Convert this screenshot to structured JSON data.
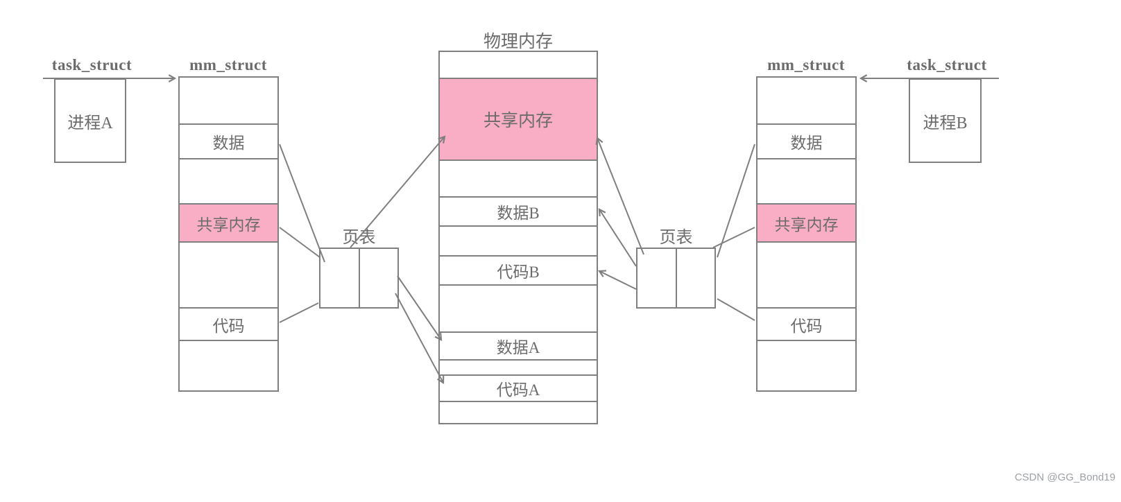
{
  "colors": {
    "line": "#7f7f7f",
    "text": "#6b6b6b",
    "pink": "#f9aec6",
    "watermark": "#9da1a6"
  },
  "labels": {
    "task_struct_left": "task_struct",
    "task_struct_right": "task_struct",
    "mm_struct_left": "mm_struct",
    "mm_struct_right": "mm_struct",
    "process_a": "进程A",
    "process_b": "进程B",
    "physical_memory_title": "物理内存",
    "page_table_left": "页表",
    "page_table_right": "页表",
    "watermark": "CSDN @GG_Bond19"
  },
  "mm_left": {
    "segments": [
      "",
      "数据",
      "",
      "共享内存",
      "",
      "代码",
      ""
    ]
  },
  "mm_right": {
    "segments": [
      "",
      "数据",
      "",
      "共享内存",
      "",
      "代码",
      ""
    ]
  },
  "physical_memory": {
    "segments": [
      "",
      "共享内存",
      "",
      "数据B",
      "",
      "代码B",
      "",
      "数据A",
      "",
      "代码A",
      ""
    ]
  }
}
